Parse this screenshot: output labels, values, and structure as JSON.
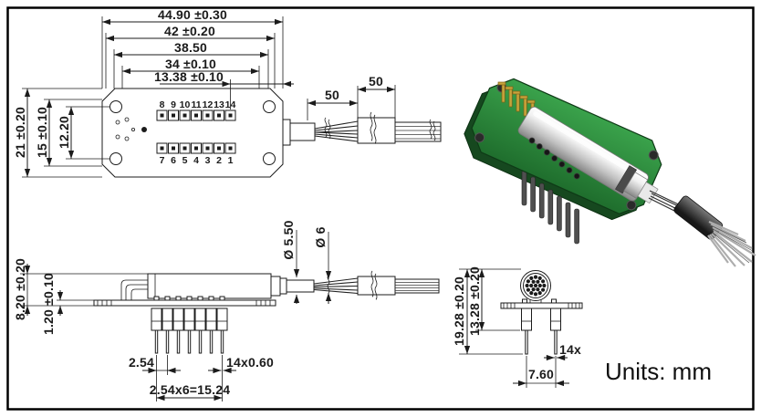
{
  "figure": {
    "units_label": "Units: mm",
    "description": "Outline drawing of a 14-pin fiber-pigtailed module: top view, side view, end view and 3D render"
  },
  "top_view": {
    "width_dims": [
      "44.90 ±0.30",
      "42 ±0.20",
      "38.50",
      "34 ±0.10",
      "13.38 ±0.10"
    ],
    "height_dims": [
      "21 ±0.20",
      "15 ±0.10",
      "12.20"
    ],
    "fiber_dims": [
      "50",
      "50"
    ],
    "pin_numbers_top": [
      "8",
      "9",
      "10",
      "11",
      "12",
      "13",
      "14"
    ],
    "pin_numbers_bottom": [
      "7",
      "6",
      "5",
      "4",
      "3",
      "2",
      "1"
    ]
  },
  "side_view": {
    "overall_height_dim": "8.20 ±0.20",
    "board_thickness_dim": "1.20 ±0.10",
    "boot_diameter_dim": "Ø 5.50",
    "tube_diameter_dim": "Ø 6",
    "pin_pitch_dim": "2.54",
    "pin_width_dim": "14x0.60",
    "pin_row_span_dim": "2.54x6=15.24"
  },
  "end_view": {
    "overall_height_dim": "19.28 ±0.20",
    "body_height_dim": "13.28 ±0.20",
    "pin_row_spacing_dim": "7.60",
    "pin_count_label": "14x"
  },
  "photo": {
    "pcb_color": "#2e8b3c",
    "pcb_edge_color": "#16481f",
    "cylinder_color": "#d9d9d9",
    "gold_pin_color": "#c7a43c",
    "dark_pin_color": "#4f4f4f",
    "fiber_tube_color": "#2b2b2b",
    "fiber_color": "#b0b0b0"
  },
  "line_color": "#1b1b1b"
}
